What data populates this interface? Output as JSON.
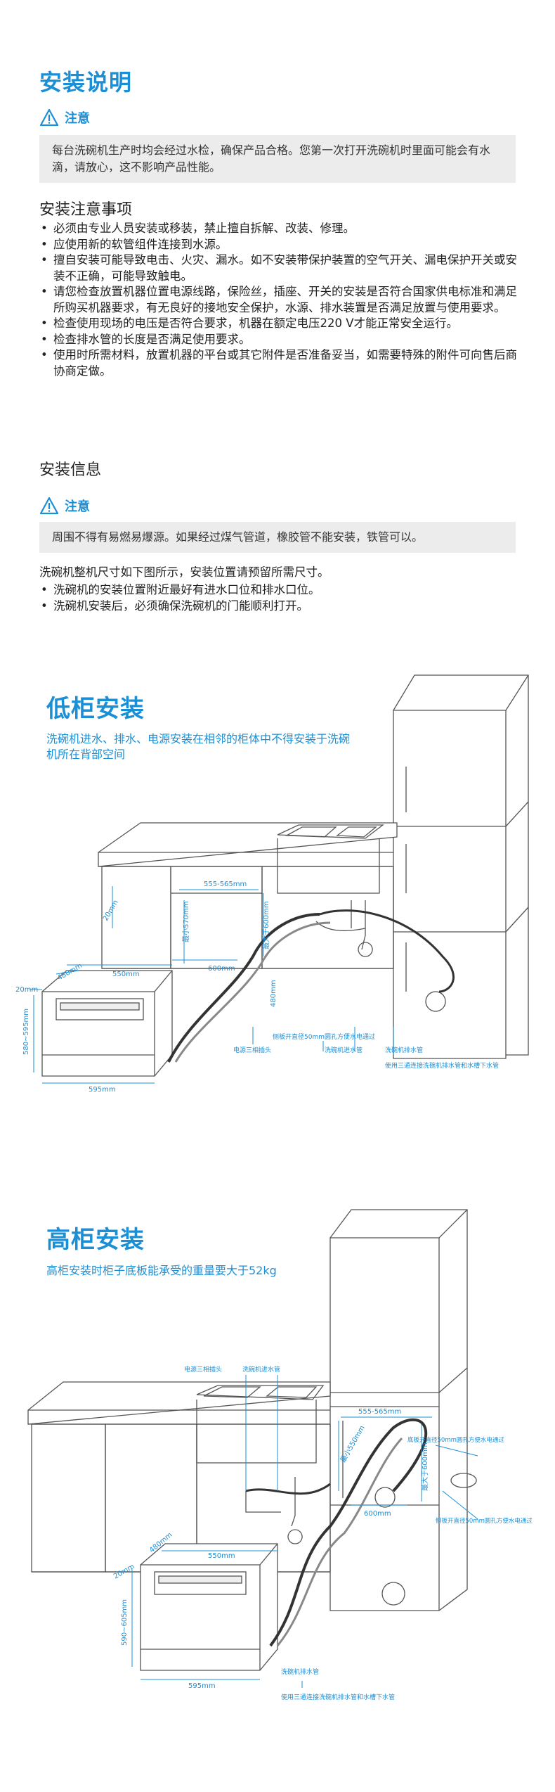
{
  "install_title": "安装说明",
  "caution_label": "注意",
  "caution_icon": "warning-triangle-icon",
  "accent_color": "#1b8fd6",
  "note_box_1": "每台洗碗机生产时均会经过水检，确保产品合格。您第一次打开洗碗机时里面可能会有水滴，请放心，这不影响产品性能。",
  "precautions": {
    "title": "安装注意事项",
    "items": [
      "必须由专业人员安装或移装，禁止擅自拆解、改装、修理。",
      "应使用新的软管组件连接到水源。",
      "擅自安装可能导致电击、火灾、漏水。如不安装带保护装置的空气开关、漏电保护开关或安装不正确，可能导致触电。",
      "请您检查放置机器位置电源线路，保险丝，插座、开关的安装是否符合国家供电标准和满足所购买机器要求，有无良好的接地安全保护，水源、排水装置是否满足放置与使用要求。",
      "检查使用现场的电压是否符合要求，机器在额定电压220 V才能正常安全运行。",
      "检查排水管的长度是否满足使用要求。",
      "使用时所需材料，放置机器的平台或其它附件是否准备妥当，如需要特殊的附件可向售后商协商定做。"
    ]
  },
  "install_info": {
    "title": "安装信息",
    "note": "周围不得有易燃易爆源。如果经过煤气管道，橡胶管不能安装，铁管可以。",
    "intro": "洗碗机整机尺寸如下图所示，安装位置请预留所需尺寸。",
    "items": [
      "洗碗机的安装位置附近最好有进水口位和排水口位。",
      "洗碗机安装后，必须确保洗碗机的门能顺利打开。"
    ]
  },
  "low_cabinet": {
    "title": "低柜安装",
    "subtitle": "洗碗机进水、排水、电源安装在相邻的柜体中不得安装于洗碗机所在背部空间",
    "dims": {
      "width_top": "555-565mm",
      "depth": "最小570mm",
      "height_limit": "最大于600mm",
      "bottom_width": "600mm",
      "side": "20mm",
      "small": "480mm",
      "top_depth": "550mm",
      "height_range": "580~595mm",
      "front_width": "595mm",
      "left_depth": "20mm",
      "top_left": "480mm"
    },
    "labels": {
      "hole": "侧板开直径50mm圆孔方便水电通过",
      "plug": "电源三相插头",
      "inlet": "洗碗机进水管",
      "drain": "洗碗机排水管",
      "tee": "使用三通连接洗碗机排水管和水槽下水管"
    }
  },
  "tall_cabinet": {
    "title": "高柜安装",
    "subtitle": "高柜安装时柜子底板能承受的重量要大于52kg",
    "dims": {
      "width_top": "555-565mm",
      "depth": "最小550mm",
      "height_limit": "最大于600mm",
      "bottom_width": "600mm",
      "top_depth": "550mm",
      "small": "480mm",
      "side": "20mm",
      "height_range": "590~605mm",
      "front_width": "595mm"
    },
    "labels": {
      "plug": "电源三相插头",
      "inlet": "洗碗机进水管",
      "hole_bottom": "底板开直径50mm圆孔方便水电通过",
      "hole_side": "侧板开直径50mm圆孔方便水电通过",
      "drain": "洗碗机排水管",
      "tee": "使用三通连接洗碗机排水管和水槽下水管"
    }
  }
}
